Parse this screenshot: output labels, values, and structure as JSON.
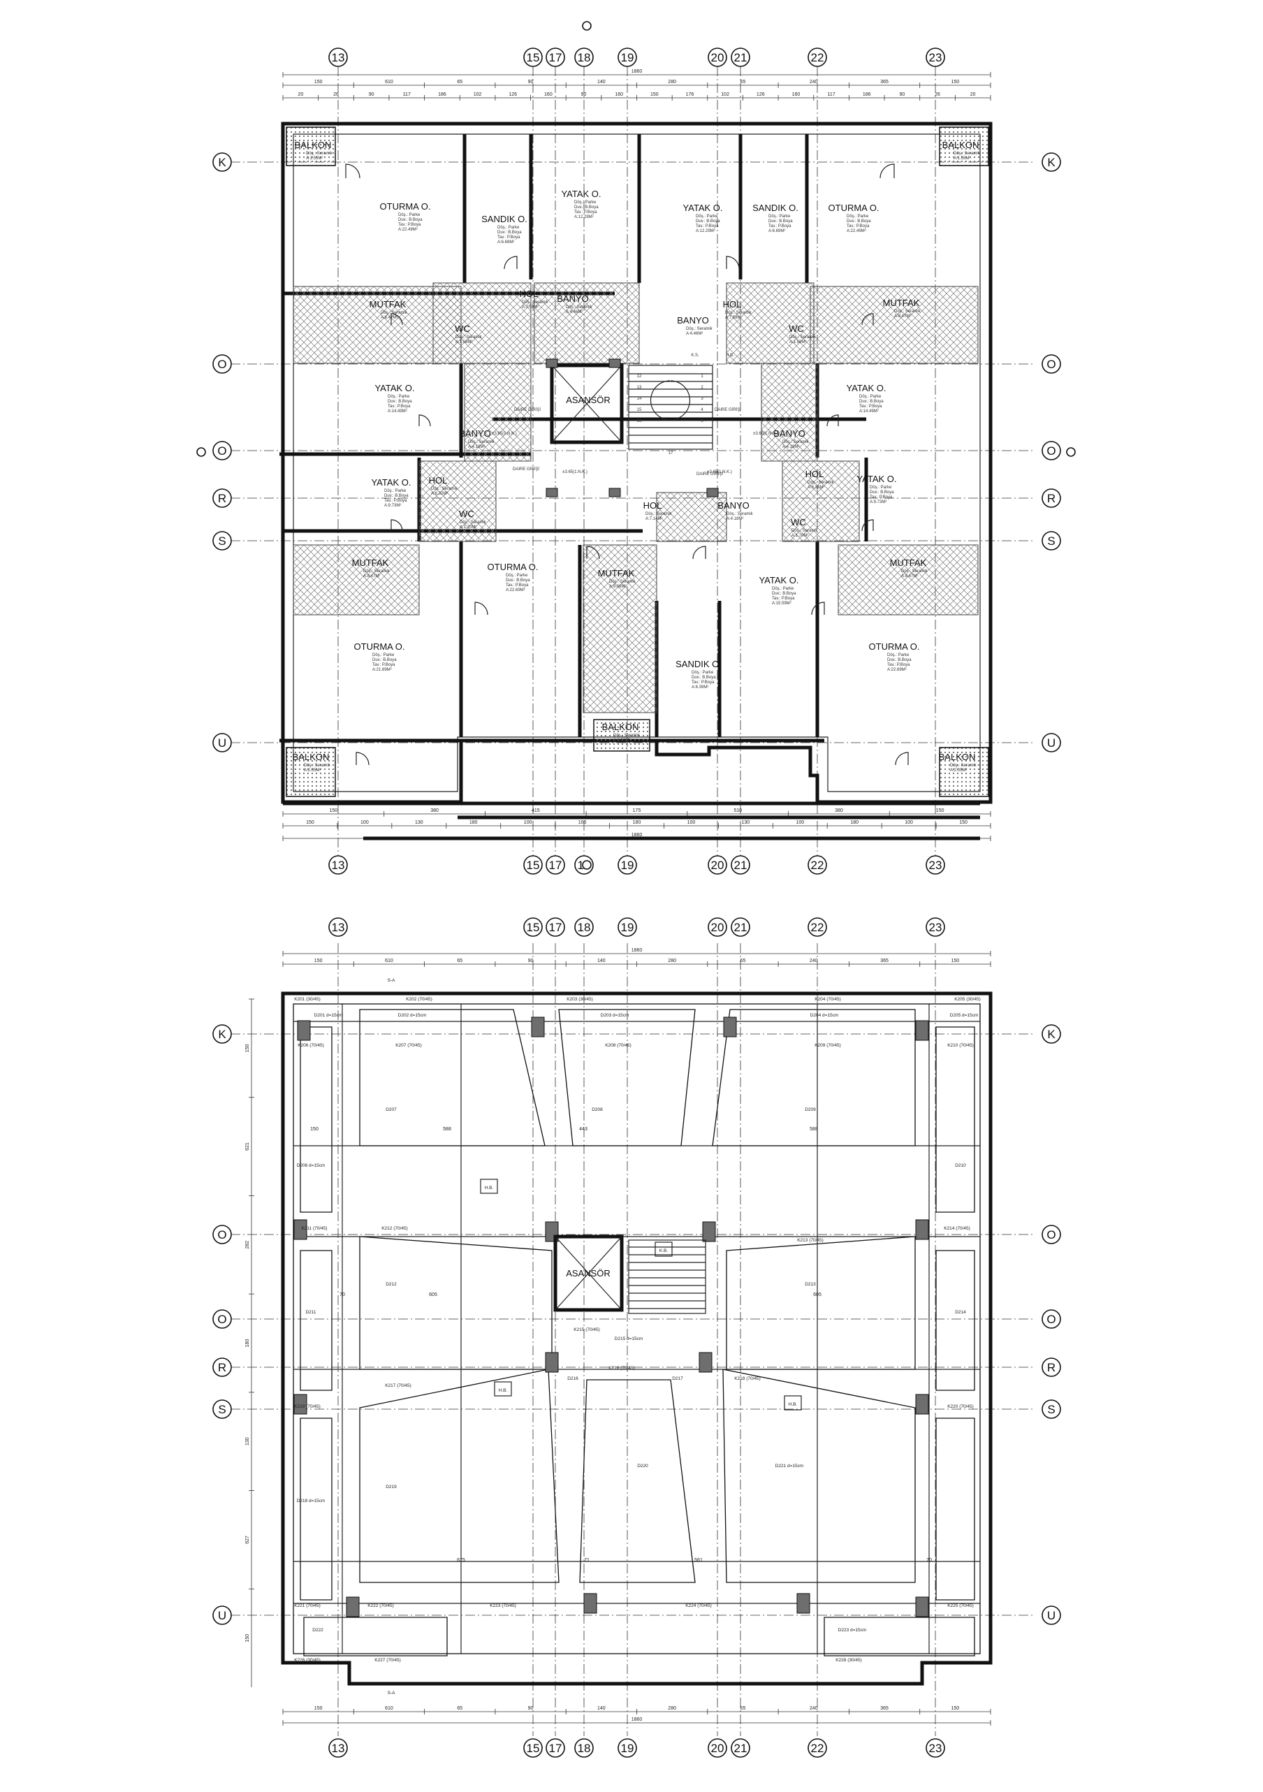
{
  "grid_columns": [
    "13",
    "15",
    "17",
    "18",
    "19",
    "20",
    "21",
    "22",
    "23"
  ],
  "grid_rows": [
    "K",
    "O",
    "O",
    "R",
    "S",
    "U"
  ],
  "top_plan": {
    "dimensions": {
      "overall": "1860",
      "row1": [
        "150",
        "610",
        "65",
        "90",
        "140",
        "280",
        "65",
        "240",
        "365",
        "150"
      ],
      "row2": [
        "20",
        "26",
        "90",
        "117",
        "186",
        "102",
        "126",
        "160",
        "90",
        "160",
        "150",
        "176",
        "102",
        "126",
        "160",
        "117",
        "186",
        "90",
        "26",
        "20"
      ],
      "bottom_row1": [
        "150",
        "380",
        "415",
        "175",
        "510",
        "380",
        "150"
      ],
      "bottom_row2": [
        "150",
        "100",
        "130",
        "180",
        "100",
        "105",
        "180",
        "100",
        "130",
        "100",
        "180",
        "100",
        "150"
      ]
    },
    "rooms": [
      {
        "name": "BALKON",
        "sub": [
          "Döş.: Seramik",
          "A:1.55M²"
        ]
      },
      {
        "name": "OTURMA O.",
        "sub": [
          "Döş.: Parke",
          "Duv.: B.Boya",
          "Tav.: P.Boya",
          "A:22.49M²"
        ]
      },
      {
        "name": "SANDIK O.",
        "sub": [
          "Döş.: Parke",
          "Duv.: B.Boya",
          "Tav.: P.Boya",
          "A:6.69M²"
        ]
      },
      {
        "name": "YATAK O.",
        "sub": [
          "Döş.: Parke",
          "Duv.: B.Boya",
          "Tav.: P.Boya",
          "A:12.29M²"
        ]
      },
      {
        "name": "YATAK O.",
        "sub": [
          "Döş.: Parke",
          "Duv.: B.Boya",
          "Tav.: P.Boya",
          "A:12.29M²"
        ]
      },
      {
        "name": "SANDIK O.",
        "sub": [
          "Döş.: Parke",
          "Duv.: B.Boya",
          "Tav.: P.Boya",
          "A:6.69M²"
        ]
      },
      {
        "name": "OTURMA O.",
        "sub": [
          "Döş.: Parke",
          "Duv.: B.Boya",
          "Tav.: P.Boya",
          "A:22.49M²"
        ]
      },
      {
        "name": "BALKON",
        "sub": [
          "Döş.: Seramik",
          "A:1.55M²"
        ]
      },
      {
        "name": "MUTFAK",
        "sub": [
          "Döş.: Seramik",
          "A:8.47M²"
        ]
      },
      {
        "name": "HOL",
        "sub": [
          "Döş.: Seramik",
          "A:7.59M²"
        ]
      },
      {
        "name": "BANYO",
        "sub": [
          "Döş.: Seramik",
          "A:4.46M²"
        ]
      },
      {
        "name": "HOL",
        "sub": [
          "Döş.: Seramik",
          "A:7.59M²"
        ]
      },
      {
        "name": "BANYO",
        "sub": [
          "Döş.: Seramik",
          "A:4.46M²"
        ]
      },
      {
        "name": "MUTFAK",
        "sub": [
          "Döş.: Seramik",
          "A:8.47M²"
        ]
      },
      {
        "name": "WC",
        "sub": [
          "Döş.: Seramik",
          "A:1.58M²"
        ]
      },
      {
        "name": "WC",
        "sub": [
          "Döş.: Seramik",
          "A:1.58M²"
        ]
      },
      {
        "name": "YATAK O.",
        "sub": [
          "Döş.: Parke",
          "Duv.: B.Boya",
          "Tav.: P.Boya",
          "A:14.49M²"
        ]
      },
      {
        "name": "YATAK O.",
        "sub": [
          "Döş.: Parke",
          "Duv.: B.Boya",
          "Tav.: P.Boya",
          "A:14.49M²"
        ]
      },
      {
        "name": "BANYO",
        "sub": [
          "Döş.: Seramik",
          "A:4.19M²"
        ]
      },
      {
        "name": "BANYO",
        "sub": [
          "Döş.: Seramik",
          "A:4.19M²"
        ]
      },
      {
        "name": "YATAK O.",
        "sub": [
          "Döş.: Parke",
          "Duv.: B.Boya",
          "Tav.: P.Boya",
          "A:9.73M²"
        ]
      },
      {
        "name": "YATAK O.",
        "sub": [
          "Döş.: Parke",
          "Duv.: B.Boya",
          "Tav.: P.Boya",
          "A:9.73M²"
        ]
      },
      {
        "name": "HOL",
        "sub": [
          "Döş.: Seramik",
          "A:6.32M²"
        ]
      },
      {
        "name": "HOL",
        "sub": [
          "Döş.: Seramik",
          "A:6.32M²"
        ]
      },
      {
        "name": "WC",
        "sub": [
          "Döş.: Seramik",
          "A:1.70M²"
        ]
      },
      {
        "name": "WC",
        "sub": [
          "Döş.: Seramik",
          "A:1.70M²"
        ]
      },
      {
        "name": "HOL",
        "sub": [
          "Döş.: Seramik",
          "A:7.14M²"
        ]
      },
      {
        "name": "BANYO",
        "sub": [
          "Döş.: Seramik",
          "A:4.18M²"
        ]
      },
      {
        "name": "MUTFAK",
        "sub": [
          "Döş.: Seramik",
          "A:8.47M²"
        ]
      },
      {
        "name": "MUTFAK",
        "sub": [
          "Döş.: Seramik",
          "A:8.47M²"
        ]
      },
      {
        "name": "MUTFAK",
        "sub": [
          "Döş.: Seramik",
          "A:9.06M²"
        ]
      },
      {
        "name": "OTURMA O.",
        "sub": [
          "Döş.: Parke",
          "Duv.: B.Boya",
          "Tav.: P.Boya",
          "A:21.69M²"
        ]
      },
      {
        "name": "OTURMA O.",
        "sub": [
          "Döş.: Parke",
          "Duv.: B.Boya",
          "Tav.: P.Boya",
          "A:22.69M²"
        ]
      },
      {
        "name": "YATAK O.",
        "sub": [
          "Döş.: Parke",
          "Duv.: B.Boya",
          "Tav.: P.Boya",
          "A:15.59M²"
        ]
      },
      {
        "name": "SANDIK O.",
        "sub": [
          "Döş.: Parke",
          "Duv.: B.Boya",
          "Tav.: P.Boya",
          "A:6.39M²"
        ]
      },
      {
        "name": "OTURMA O.",
        "sub": [
          "Döş.: Parke",
          "Duv.: B.Boya",
          "Tav.: P.Boya",
          "A:22.69M²"
        ]
      },
      {
        "name": "BALKON",
        "sub": [
          "Döş.: Seramik",
          "A:2.05M²"
        ]
      },
      {
        "name": "BALKON",
        "sub": [
          "Döş.: Seramik",
          "A:2.05M²"
        ]
      },
      {
        "name": "BALKON",
        "sub": [
          "Döş.: Seramik",
          "A:1.98M²"
        ]
      }
    ],
    "core": {
      "asansor": "ASANSÖR",
      "doors": [
        "DAIRE GİRİŞİ",
        "DAIRE GİRİŞİ",
        "DAIRE GİRİŞİ",
        "DAIRE GİRİŞİ"
      ],
      "levels": [
        "±3.65(1.N.K.)",
        "±3.65(1.N.K.)",
        "±3.65(1.N.K.)",
        "±3.65(1.N.K.)"
      ],
      "stairs": [
        "12",
        "13",
        "14",
        "15",
        "16",
        "1",
        "2",
        "3",
        "4",
        "5",
        "17"
      ],
      "shafts": [
        "K.S.",
        "H.B."
      ]
    }
  },
  "bottom_plan": {
    "dimensions": {
      "overall": "1860",
      "row1": [
        "150",
        "610",
        "65",
        "90",
        "140",
        "280",
        "65",
        "240",
        "365",
        "150"
      ],
      "left": [
        "150",
        "621",
        "282",
        "180",
        "130",
        "627",
        "150"
      ]
    },
    "beams": [
      "K201 (30/45)",
      "K202 (70/45)",
      "K203 (30/45)",
      "K204 (70/45)",
      "K205 (30/45)",
      "K206 (70/45)",
      "K207 (70/45)",
      "K208 (70/45)",
      "K209 (70/45)",
      "K210 (70/45)",
      "K211 (70/45)",
      "K212 (70/45)",
      "K213 (70/45)",
      "K214 (70/45)",
      "K215 (70/45)",
      "K216 (70/45)",
      "K217 (70/45)",
      "K218 (70/45)",
      "K219 (70/45)",
      "K220 (70/45)",
      "K221 (70/45)",
      "K222 (70/45)",
      "K223 (70/45)",
      "K224 (70/45)",
      "K225 (70/45)",
      "K226 (30/45)",
      "K227 (70/45)",
      "K228 (30/45)"
    ],
    "slabs": [
      "D201 d=15cm",
      "D202 d=15cm",
      "D203 d=15cm",
      "D204 d=15cm",
      "D205 d=15cm",
      "D206 d=15cm",
      "D207",
      "D208",
      "D209",
      "D210",
      "D211",
      "D212",
      "D213",
      "D214",
      "D215 d=15cm",
      "D216",
      "D217",
      "D218 d=15cm",
      "D219",
      "D220",
      "D221 d=15cm",
      "D222",
      "D223 d=15cm"
    ],
    "spans": [
      "150",
      "588",
      "443",
      "588",
      "70",
      "605",
      "605",
      "675",
      "71",
      "561",
      "70"
    ],
    "asansor": "ASANSÖR",
    "shafts": [
      "H.B.",
      "K.B.",
      "H.B.",
      "H.B."
    ],
    "section_marks": [
      "S-A",
      "S-A"
    ]
  }
}
